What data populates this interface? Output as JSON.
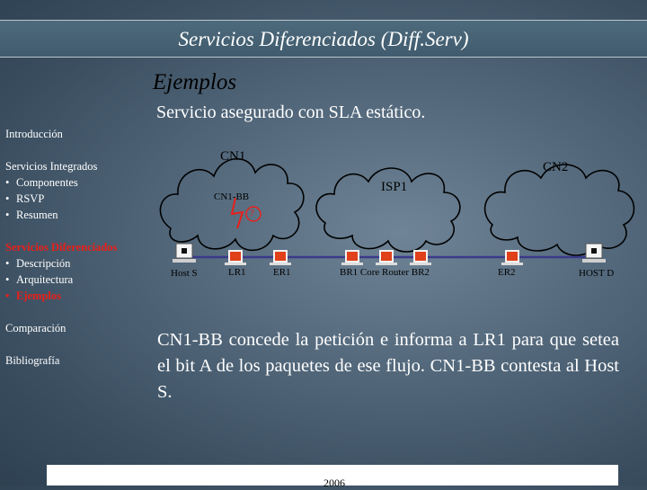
{
  "header": {
    "title": "Servicios Diferenciados (Diff.Serv)"
  },
  "slide": {
    "subtitle": "Ejemplos",
    "heading": "Servicio asegurado con SLA estático.",
    "paragraph": "CN1-BB concede la petición e informa a LR1 para que setea el bit A de los paquetes de ese flujo. CN1-BB contesta al Host S."
  },
  "sidebar": {
    "groups": [
      {
        "label": "Introducción",
        "items": []
      },
      {
        "label": "Servicios Integrados",
        "items": [
          "Componentes",
          "RSVP",
          "Resumen"
        ]
      },
      {
        "label": "Servicios Diferenciados",
        "items": [
          "Descripción",
          "Arquitectura",
          "Ejemplos"
        ],
        "active": true,
        "active_item": "Ejemplos"
      },
      {
        "label": "Comparación",
        "items": []
      },
      {
        "label": "Bibliografía",
        "items": []
      }
    ],
    "bullet": "•"
  },
  "diagram": {
    "clouds": {
      "cn1": "CN1",
      "isp1": "ISP1",
      "cn2": "CN2"
    },
    "bb_label": "CN1-BB",
    "question_mark": "?",
    "nodes": {
      "host_s": "Host S",
      "lr1": "LR1",
      "er1": "ER1",
      "br1_core_br2": "BR1 Core Router BR2",
      "er2": "ER2",
      "host_d": "HOST D"
    }
  },
  "footer": {
    "text": "2006"
  },
  "colors": {
    "router": "#e0401a",
    "link": "#3a3a8c",
    "highlight": "#e8201a"
  }
}
